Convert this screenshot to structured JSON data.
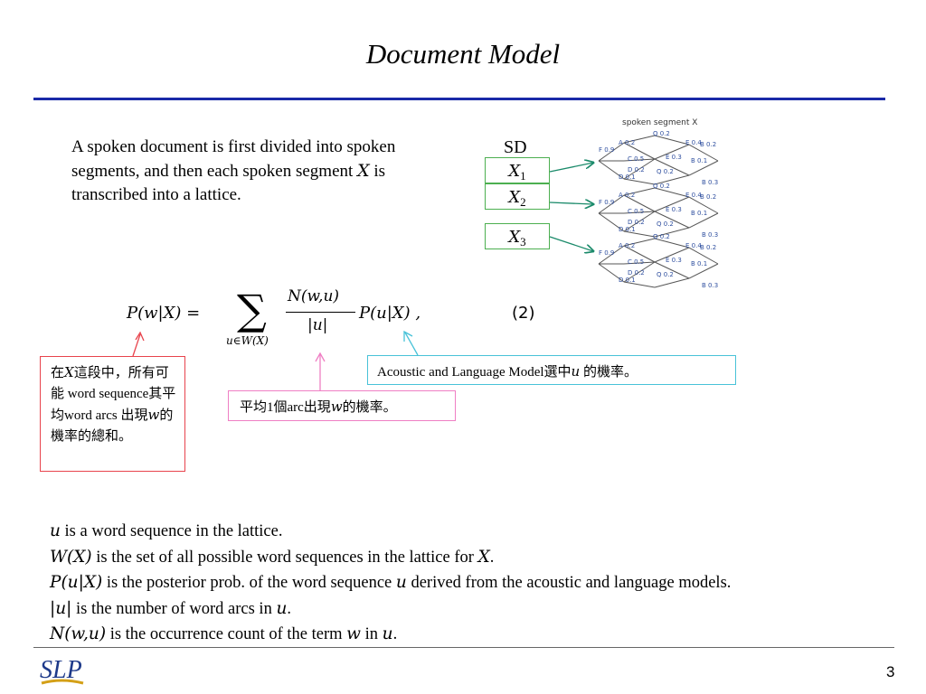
{
  "title": "Document Model",
  "intro": {
    "before": "A spoken document is first divided into spoken segments, and then each spoken segment ",
    "var": "X",
    "after": " is transcribed into a lattice."
  },
  "sd": {
    "label": "SD",
    "rows": [
      {
        "var": "X",
        "sub": "1"
      },
      {
        "var": "X",
        "sub": "2"
      },
      {
        "var": "X",
        "sub": "3"
      }
    ]
  },
  "lattice": {
    "caption": "spoken segment X",
    "nodes": [
      {
        "label": "Q",
        "value": "0.2"
      },
      {
        "label": "A",
        "value": "0.2"
      },
      {
        "label": "F",
        "value": "0.9"
      },
      {
        "label": "C",
        "value": "0.5"
      },
      {
        "label": "E",
        "value": "0.4"
      },
      {
        "label": "B",
        "value": "0.2"
      },
      {
        "label": "E",
        "value": "0.3"
      },
      {
        "label": "D",
        "value": "0.2"
      },
      {
        "label": "B",
        "value": "0.1"
      },
      {
        "label": "D",
        "value": "0.1"
      },
      {
        "label": "Q",
        "value": "0.2"
      },
      {
        "label": "B",
        "value": "0.3"
      }
    ]
  },
  "formula": {
    "lhs": "P(w|X) =",
    "sum_symbol": "∑",
    "sum_sub": "u∈W(X)",
    "numerator": "N(w,u)",
    "denominator": "|u|",
    "rhs": "P(u|X) ,",
    "eq_number": "(2)"
  },
  "annotations": {
    "red": {
      "p1": "在",
      "v1": "X",
      "p2": "這段中，所有可能 word sequence其平均word arcs 出現",
      "v2": "w",
      "p3": "的機率的總和。"
    },
    "pink": {
      "p1": "平均1個arc出現",
      "v1": "w",
      "p2": "的機率。"
    },
    "cyan": {
      "p1": "Acoustic and Language Model選中",
      "v1": "u",
      "p2": " 的機率。"
    }
  },
  "notes": [
    {
      "math": "u",
      "text": " is a word sequence in the lattice."
    },
    {
      "math": "W(X)",
      "text": " is the set of all possible word sequences in the lattice for ",
      "math2": "X",
      "text2": "."
    },
    {
      "math": "P(u|X)",
      "text": " is the posterior prob. of the word sequence ",
      "math2": "u",
      "text2": " derived from the acoustic and language models."
    },
    {
      "math": "|u|",
      "text": " is the number of word arcs in ",
      "math2": "u",
      "text2": "."
    },
    {
      "math": "N(w,u)",
      "text": " is the occurrence count of the term ",
      "math2": "w",
      "text2": " in ",
      "math3": "u",
      "text3": "."
    }
  ],
  "footer": {
    "logo_text": "SLP",
    "page_number": "3"
  },
  "colors": {
    "title_rule": "#1a2aa8",
    "sd_border": "#4caf50",
    "arrow": "#1a8a6a",
    "red": "#e8434c",
    "pink": "#ef7fc4",
    "cyan": "#48c2d8"
  }
}
